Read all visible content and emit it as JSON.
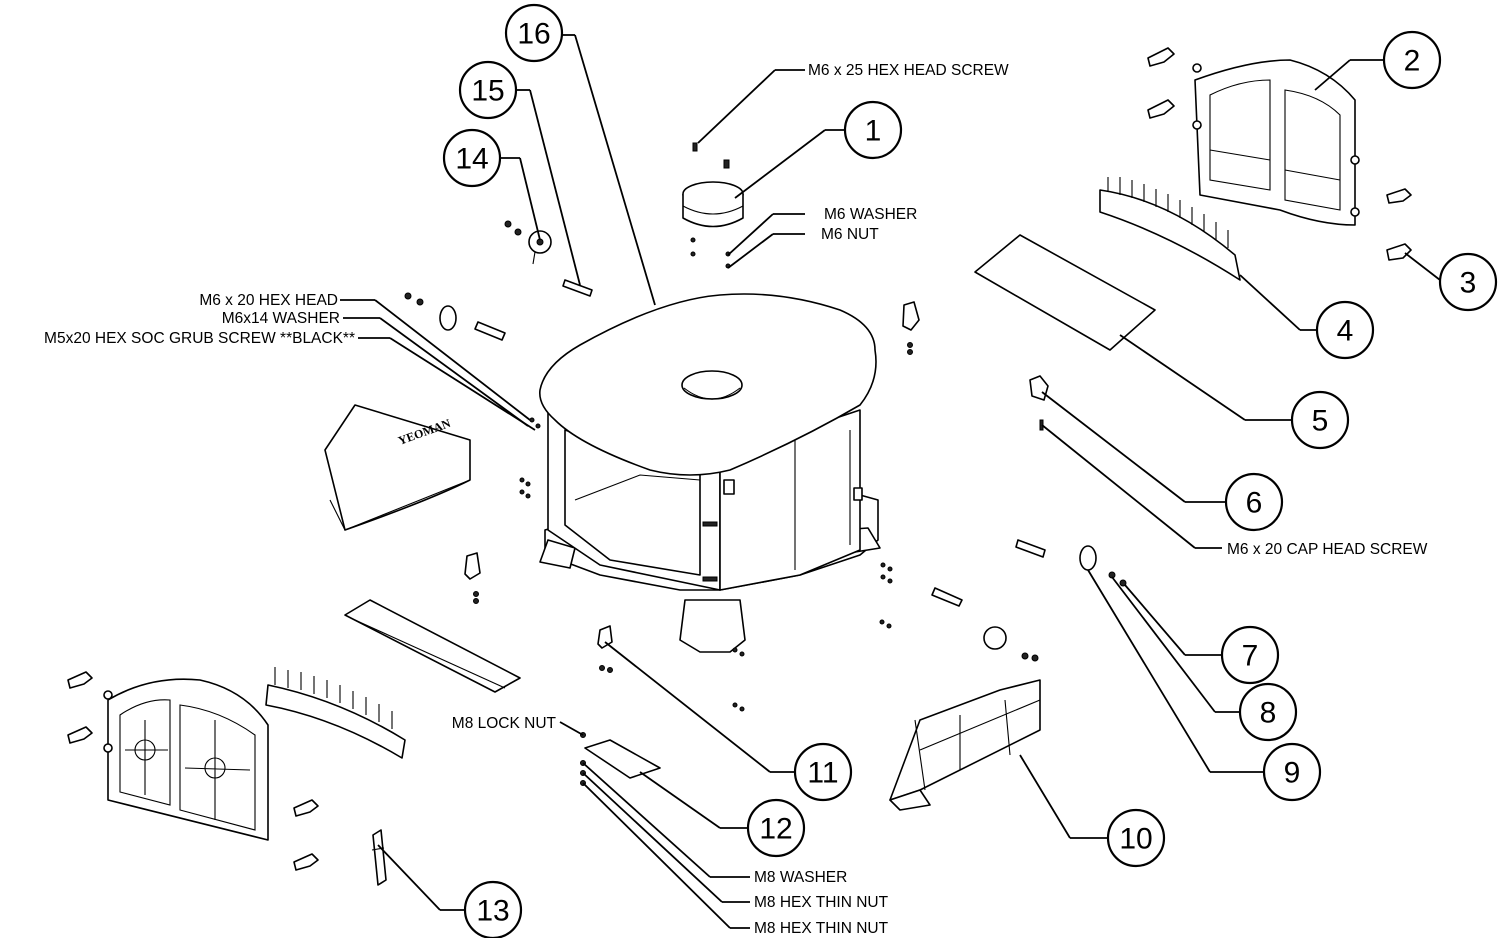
{
  "callouts": [
    "1",
    "2",
    "3",
    "4",
    "5",
    "6",
    "7",
    "8",
    "9",
    "10",
    "11",
    "12",
    "13",
    "14",
    "15",
    "16"
  ],
  "labels": {
    "m6x25_hex_head_screw": "M6 x 25 HEX HEAD SCREW",
    "m6_washer": "M6 WASHER",
    "m6_nut": "M6 NUT",
    "m6x20_hex_head": "M6 x 20 HEX HEAD",
    "m6x14_washer": "M6x14 WASHER",
    "m5x20_grub_screw": "M5x20 HEX SOC GRUB SCREW **BLACK**",
    "m6x20_cap_head_screw": "M6 x 20 CAP HEAD SCREW",
    "m8_lock_nut": "M8 LOCK NUT",
    "m8_washer": "M8 WASHER",
    "m8_hex_thin_nut_1": "M8 HEX THIN NUT",
    "m8_hex_thin_nut_2": "M8 HEX THIN NUT"
  },
  "emblem_text": "YEOMAN"
}
